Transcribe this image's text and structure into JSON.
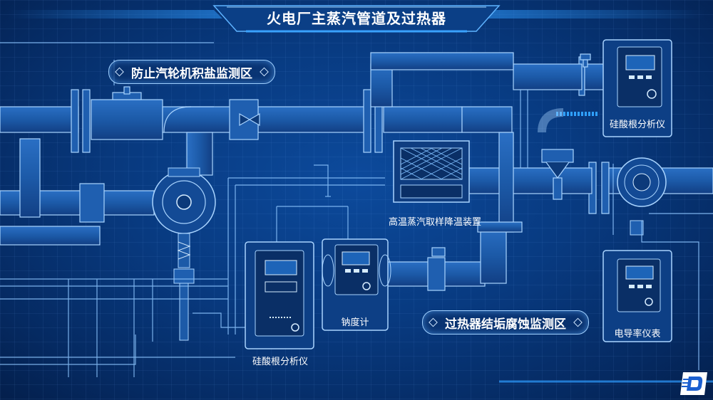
{
  "title": "火电厂主蒸汽管道及过热器",
  "zones": {
    "turbine": "防止汽轮机积盐监测区",
    "superheater": "过热器结垢腐蚀监测区"
  },
  "labels": {
    "silicate_top_right": "硅酸根分析仪",
    "desuperheater": "高温蒸汽取样降温装置",
    "conductivity": "电导率仪表",
    "sodium": "钠度计",
    "silicate_bottom": "硅酸根分析仪"
  },
  "colors": {
    "background": "#083a80",
    "pipe_stroke": "#a9d4ff",
    "accent": "#2f9cff"
  },
  "icons": [
    "logo-icon",
    "valve-icon",
    "analyzer-icon"
  ]
}
